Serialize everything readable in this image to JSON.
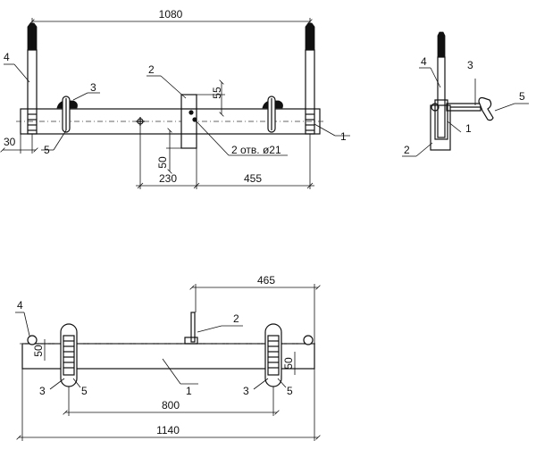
{
  "front": {
    "dims": {
      "span": "1080",
      "edge": "30",
      "plate_h": "55",
      "plate_v": "50",
      "left_off": "230",
      "right_off": "455"
    },
    "callouts": {
      "c4": "4",
      "c3": "3",
      "c2": "2",
      "c5": "5",
      "c1": "1",
      "holes": "2 отв. ø21"
    }
  },
  "side": {
    "callouts": {
      "c4": "4",
      "c3": "3",
      "c5": "5",
      "c1": "1",
      "c2": "2"
    }
  },
  "plan": {
    "dims": {
      "right": "465",
      "inner": "800",
      "total": "1140",
      "v_left": "50",
      "v_right": "50"
    },
    "callouts": {
      "c4": "4",
      "c2": "2",
      "c1": "1",
      "c3a": "3",
      "c5a": "5",
      "c3b": "3",
      "c5b": "5"
    }
  }
}
